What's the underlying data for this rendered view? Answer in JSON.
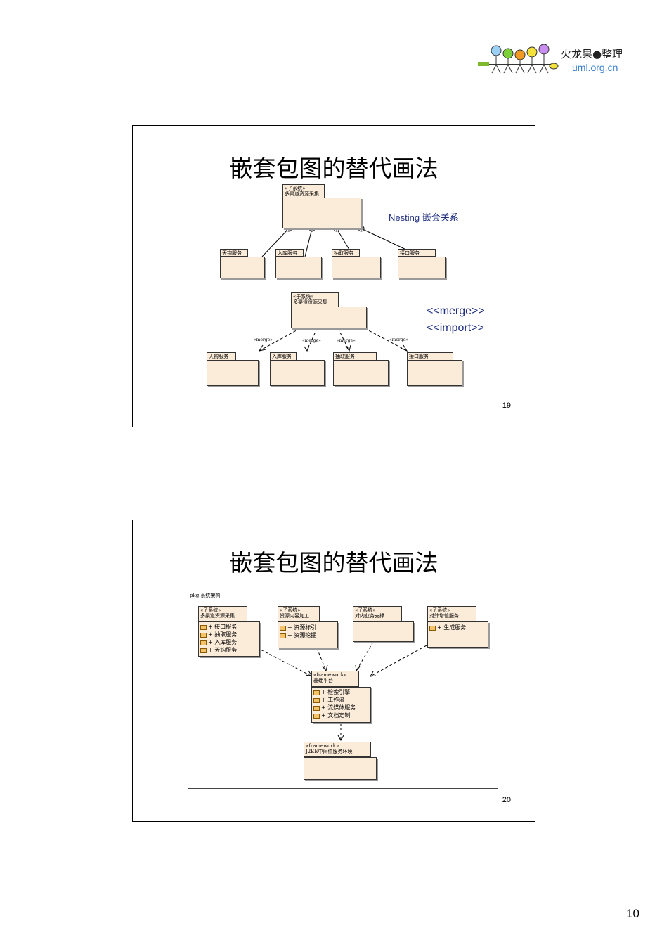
{
  "logo": {
    "text": "火龙果●整理",
    "url": "uml.org.cn"
  },
  "page_number": "10",
  "slide1": {
    "title": "嵌套包图的替代画法",
    "number": "19",
    "nesting_note_en": "Nesting",
    "nesting_note_cn": "嵌套关系",
    "merge_note": "<<merge>>",
    "import_note": "<<import>>",
    "top_pkg": {
      "stereo": "«子系统»",
      "name": "多渠道资源采集"
    },
    "top_children": [
      "天钩服务",
      "入库服务",
      "抽取服务",
      "接口服务"
    ],
    "mid_pkg": {
      "stereo": "«子系统»",
      "name": "多渠道资源采集"
    },
    "merge_label": "«merge»",
    "bottom_children": [
      "天钩服务",
      "入库服务",
      "抽取服务",
      "接口服务"
    ]
  },
  "slide2": {
    "title": "嵌套包图的替代画法",
    "number": "20",
    "frame_label": "pkg 系统架构",
    "subsystems": [
      {
        "stereo": "«子系统»",
        "name": "多渠道资源采集",
        "items": [
          "+ 接口服务",
          "+ 抽取服务",
          "+ 入库服务",
          "+ 天钩服务"
        ]
      },
      {
        "stereo": "«子系统»",
        "name": "资源内容加工",
        "items": [
          "+ 资源标引",
          "+ 资源挖掘"
        ]
      },
      {
        "stereo": "«子系统»",
        "name": "对内业务支撑",
        "items": []
      },
      {
        "stereo": "«子系统»",
        "name": "对外增值服务",
        "items": [
          "+ 生成服务"
        ]
      }
    ],
    "framework": {
      "stereo": "«framework»",
      "name": "基础平台",
      "items": [
        "+ 检索引擎",
        "+ 工作流",
        "+ 流媒体服务",
        "+ 文档定制"
      ]
    },
    "j2ee": {
      "stereo": "«framework»",
      "name": "J2EE中间件服务环境"
    }
  }
}
